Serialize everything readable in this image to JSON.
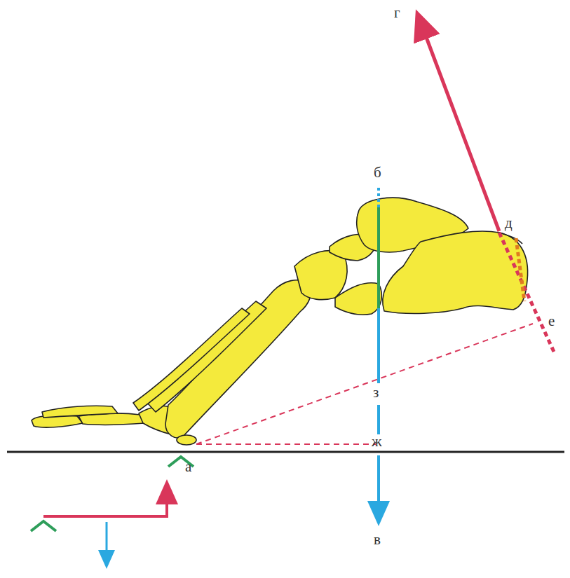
{
  "diagram": {
    "labels": [
      "г",
      "б",
      "д",
      "е",
      "з",
      "ж",
      "а",
      "в"
    ]
  }
}
